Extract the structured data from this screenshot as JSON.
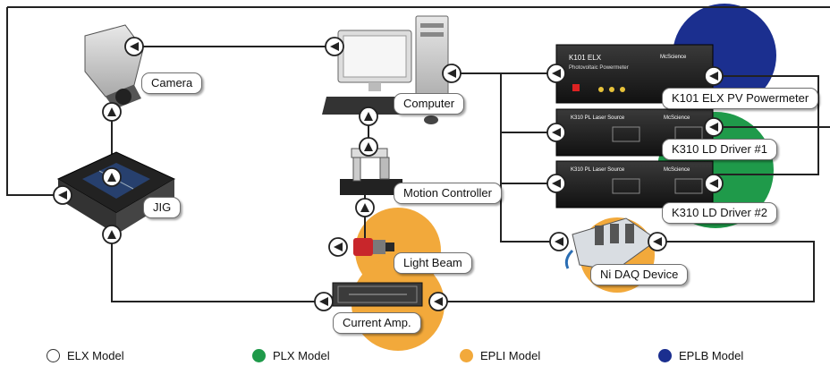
{
  "nodes": {
    "camera": "Camera",
    "computer": "Computer",
    "powermeter": "K101 ELX PV Powermeter",
    "ld1": "K310 LD Driver #1",
    "ld2": "K310 LD Driver #2",
    "jig": "JIG",
    "motion": "Motion Controller",
    "beam": "Light Beam",
    "daq": "Ni DAQ Device",
    "amp": "Current Amp."
  },
  "device_text": {
    "pm_title": "K101 ELX",
    "pm_sub": "Photovoltaic Powermeter",
    "brand": "McScience",
    "ld_title": "K310",
    "ld_sub": "PL Laser Source"
  },
  "legend": [
    {
      "label": "ELX Model",
      "color": "#ffffff"
    },
    {
      "label": "PLX Model",
      "color": "#1f9a4a"
    },
    {
      "label": "EPLI Model",
      "color": "#f2a93b"
    },
    {
      "label": "EPLB Model",
      "color": "#1b2f8f"
    }
  ]
}
